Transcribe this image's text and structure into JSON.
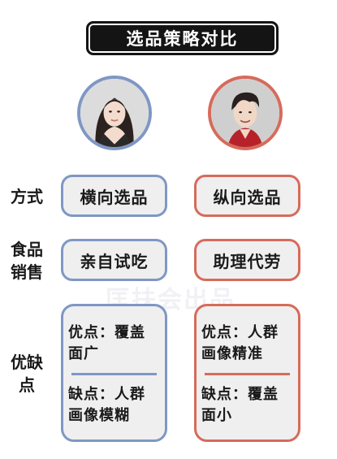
{
  "title": "选品策略对比",
  "watermark": "匡扶会出品",
  "colors": {
    "left_accent": "#7f97c4",
    "right_accent": "#d66b5b",
    "box_fill": "#efefef",
    "title_bg": "#141414"
  },
  "rows": {
    "method": {
      "label": "方式",
      "left": "横向选品",
      "right": "纵向选品"
    },
    "food_sales": {
      "label_line1": "食品",
      "label_line2": "销售",
      "left": "亲自试吃",
      "right": "助理代劳"
    },
    "pros_cons": {
      "label_line1": "优缺",
      "label_line2": "点",
      "left": {
        "pro_line1": "优点：覆盖",
        "pro_line2": "面广",
        "con_line1": "缺点：人群",
        "con_line2": "画像模糊"
      },
      "right": {
        "pro_line1": "优点：人群",
        "pro_line2": "画像精准",
        "con_line1": "缺点：覆盖",
        "con_line2": "面小"
      }
    }
  },
  "avatars": {
    "left_icon": "female-portrait",
    "right_icon": "male-portrait"
  }
}
